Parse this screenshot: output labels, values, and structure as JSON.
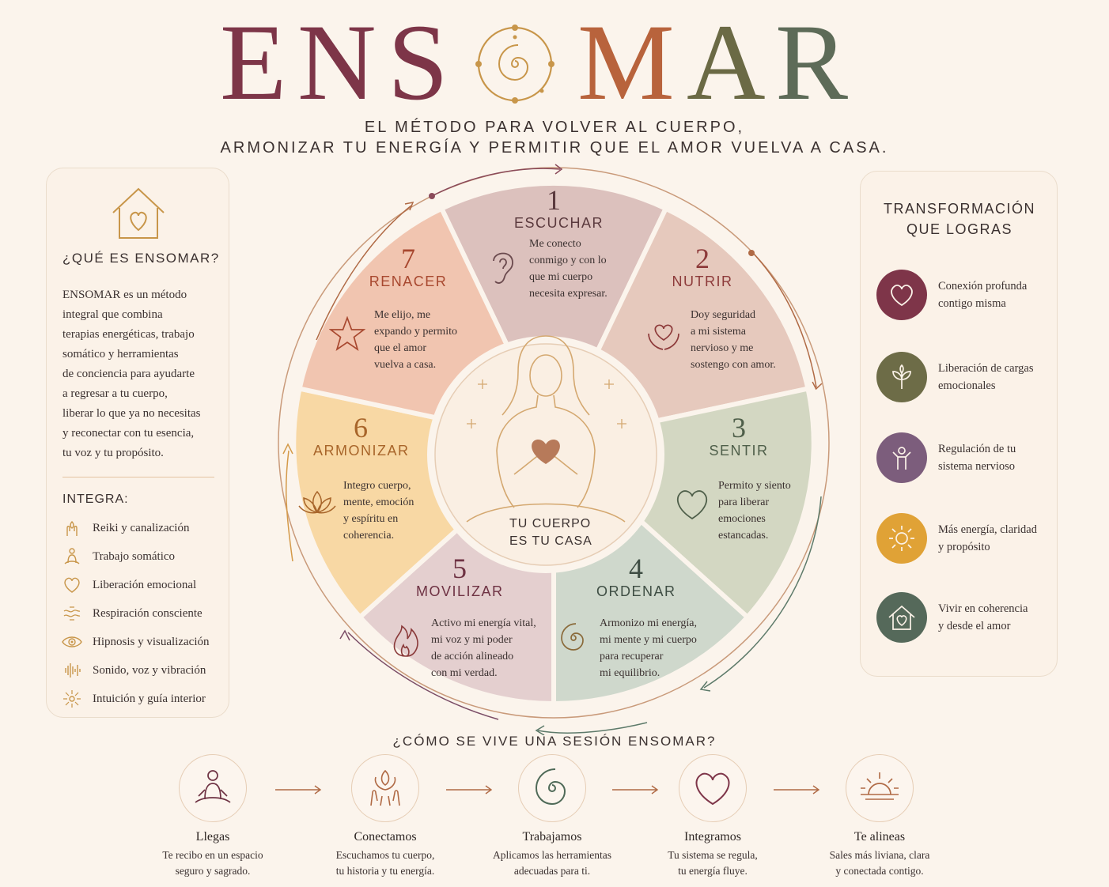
{
  "brand": {
    "letters": [
      "E",
      "N",
      "S",
      "M",
      "A",
      "R"
    ],
    "letter_colors": [
      "#7d3548",
      "#7d3548",
      "#7d3548",
      "#b8633c",
      "#6b6a45",
      "#5d6b58"
    ],
    "logo_color": "#c8964a"
  },
  "subtitle": {
    "line1": "EL MÉTODO PARA VOLVER AL CUERPO,",
    "line2": "ARMONIZAR TU ENERGÍA Y PERMITIR QUE EL AMOR VUELVA A CASA."
  },
  "left_panel": {
    "title": "¿QUÉ ES ENSOMAR?",
    "body_lines": [
      "ENSOMAR es un método",
      "integral que combina",
      "terapias energéticas, trabajo",
      "somático y herramientas",
      "de conciencia para ayudarte",
      "a regresar a tu cuerpo,",
      "liberar lo que ya no necesitas",
      "y reconectar con tu esencia,",
      "tu voz y tu propósito."
    ],
    "integra_title": "INTEGRA:",
    "integra_items": [
      {
        "label": "Reiki y canalización",
        "icon": "hands-energy-icon"
      },
      {
        "label": "Trabajo somático",
        "icon": "meditation-figure-icon"
      },
      {
        "label": "Liberación emocional",
        "icon": "heart-icon"
      },
      {
        "label": "Respiración consciente",
        "icon": "breath-waves-icon"
      },
      {
        "label": "Hipnosis y visualización",
        "icon": "eye-icon"
      },
      {
        "label": "Sonido, voz y vibración",
        "icon": "sound-wave-icon"
      },
      {
        "label": "Intuición y guía interior",
        "icon": "sparkle-sun-icon"
      }
    ]
  },
  "right_panel": {
    "title_line1": "TRANSFORMACIÓN",
    "title_line2": "QUE LOGRAS",
    "items": [
      {
        "line1": "Conexión profunda",
        "line2": "contigo misma",
        "color": "#7e3549",
        "icon": "heart-icon"
      },
      {
        "line1": "Liberación de cargas",
        "line2": "emocionales",
        "color": "#6d6c47",
        "icon": "sprout-icon"
      },
      {
        "line1": "Regulación de tu",
        "line2": "sistema nervioso",
        "color": "#7c5d7c",
        "icon": "person-icon"
      },
      {
        "line1": "Más energía, claridad",
        "line2": "y propósito",
        "color": "#e0a236",
        "icon": "sun-icon"
      },
      {
        "line1": "Vivir en coherencia",
        "line2": "y desde el amor",
        "color": "#55695a",
        "icon": "home-heart-icon"
      }
    ]
  },
  "wheel": {
    "center_line1": "TU CUERPO",
    "center_line2": "ES TU CASA",
    "segments": [
      {
        "num": "1",
        "name": "ESCUCHAR",
        "lines": [
          "Me conecto",
          "conmigo y con lo",
          "que mi cuerpo",
          "necesita expresar."
        ],
        "color": "#dcc1bd",
        "accent": "#5b3a3e",
        "icon": "ear-icon"
      },
      {
        "num": "2",
        "name": "NUTRIR",
        "lines": [
          "Doy seguridad",
          "a mi sistema",
          "nervioso y me",
          "sostengo con amor."
        ],
        "color": "#e6c9bd",
        "accent": "#8d3a3a",
        "icon": "hands-heart-icon"
      },
      {
        "num": "3",
        "name": "SENTIR",
        "lines": [
          "Permito y siento",
          "para liberar",
          "emociones",
          "estancadas."
        ],
        "color": "#d3d7c2",
        "accent": "#4f5f4a",
        "icon": "heart-icon"
      },
      {
        "num": "4",
        "name": "ORDENAR",
        "lines": [
          "Armonizo mi energía,",
          "mi mente y mi cuerpo",
          "para recuperar",
          "mi equilibrio."
        ],
        "color": "#cfd8cc",
        "accent": "#3f4e44",
        "icon": "spiral-icon"
      },
      {
        "num": "5",
        "name": "MOVILIZAR",
        "lines": [
          "Activo mi energía vital,",
          "mi voz y mi poder",
          "de acción alineado",
          "con mi verdad."
        ],
        "color": "#e4cfcf",
        "accent": "#6e3243",
        "icon": "flame-icon"
      },
      {
        "num": "6",
        "name": "ARMONIZAR",
        "lines": [
          "Integro cuerpo,",
          "mente, emoción",
          "y espíritu en",
          "coherencia."
        ],
        "color": "#f8d8a4",
        "accent": "#a8652a",
        "icon": "lotus-icon"
      },
      {
        "num": "7",
        "name": "RENACER",
        "lines": [
          "Me elijo, me",
          "expando y permito",
          "que el amor",
          "vuelva a casa."
        ],
        "color": "#f1c5b0",
        "accent": "#a8482f",
        "icon": "star-icon"
      }
    ]
  },
  "how": {
    "title": "¿CÓMO SE VIVE UNA SESIÓN ENSOMAR?",
    "steps": [
      {
        "name": "Llegas",
        "line1": "Te recibo en un espacio",
        "line2": "seguro y sagrado.",
        "icon": "meditation-figure-icon"
      },
      {
        "name": "Conectamos",
        "line1": "Escuchamos tu cuerpo,",
        "line2": "tu historia y tu energía.",
        "icon": "hands-energy-icon"
      },
      {
        "name": "Trabajamos",
        "line1": "Aplicamos las herramientas",
        "line2": "adecuadas para ti.",
        "icon": "spiral-icon"
      },
      {
        "name": "Integramos",
        "line1": "Tu sistema se regula,",
        "line2": "tu energía fluye.",
        "icon": "heart-icon"
      },
      {
        "name": "Te alineas",
        "line1": "Sales más liviana, clara",
        "line2": "y conectada contigo.",
        "icon": "sunrise-icon"
      }
    ]
  }
}
